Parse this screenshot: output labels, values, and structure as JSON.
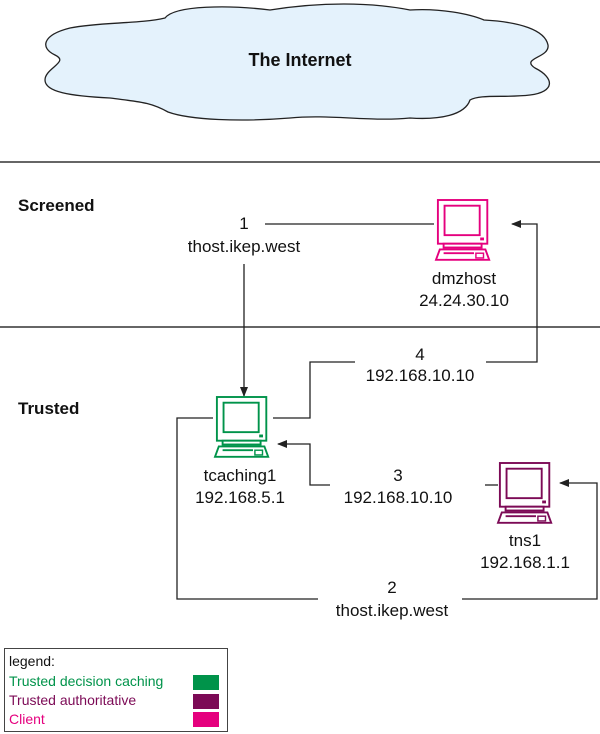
{
  "cloud": {
    "label": "The Internet",
    "fill": "#e4f2fc"
  },
  "zones": {
    "screened": "Screened",
    "trusted": "Trusted"
  },
  "hosts": {
    "dmzhost": {
      "name": "dmzhost",
      "ip": "24.24.30.10",
      "role": "Client",
      "color": "#e5007e"
    },
    "tcaching1": {
      "name": "tcaching1",
      "ip": "192.168.5.1",
      "role": "Trusted decision caching",
      "color": "#00934a"
    },
    "tns1": {
      "name": "tns1",
      "ip": "192.168.1.1",
      "role": "Trusted authoritative",
      "color": "#7c0a56"
    }
  },
  "flows": [
    {
      "step": "1",
      "text": "thost.ikep.west"
    },
    {
      "step": "2",
      "text": "thost.ikep.west"
    },
    {
      "step": "3",
      "text": "192.168.10.10"
    },
    {
      "step": "4",
      "text": "192.168.10.10"
    }
  ],
  "legend": {
    "title": "legend:",
    "items": [
      {
        "label": "Trusted decision caching",
        "color": "#00934a"
      },
      {
        "label": "Trusted authoritative",
        "color": "#7c0a56"
      },
      {
        "label": "Client",
        "color": "#e5007e"
      }
    ]
  }
}
